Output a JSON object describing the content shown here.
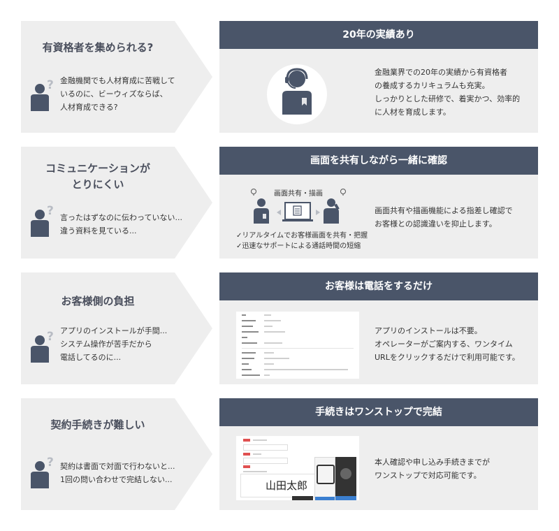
{
  "rows": [
    {
      "question": [
        "有資格者を集められる?"
      ],
      "pain": [
        "金融機関でも人材育成に苦戦して",
        "いるのに、ビーウィズならば、",
        "人材育成できる?"
      ],
      "heading": "20年の実績あり",
      "description": [
        "金融業界での20年の実績から有資格者",
        "の養成するカリキュラムも充実。",
        "しっかりとした研修で、着実かつ、効率的",
        "に人材を育成します。"
      ]
    },
    {
      "question": [
        "コミュニケーションが",
        "とりにくい"
      ],
      "pain": [
        "言ったはずなのに伝わっていない...",
        "違う資料を見ている..."
      ],
      "heading": "画面を共有しながら一緒に確認",
      "diagram_label": "画面共有・描画",
      "bullets": [
        "✓リアルタイムでお客様画面を共有・把握",
        "✓迅速なサポートによる通話時間の短縮"
      ],
      "description": [
        "画面共有や描画機能による指差し確認で",
        "お客様との認識違いを抑止します。"
      ]
    },
    {
      "question": [
        "お客様側の負担"
      ],
      "pain": [
        "アプリのインストールが手間...",
        "システム操作が苦手だから",
        "電話してるのに..."
      ],
      "heading": "お客様は電話をするだけ",
      "description": [
        "アプリのインストールは不要。",
        "オペレーターがご案内する、ワンタイム",
        "URLをクリックするだけで利用可能です。"
      ]
    },
    {
      "question": [
        "契約手続きが難しい"
      ],
      "pain": [
        "契約は書面で対面で行わないと...",
        "1回の問い合わせで完結しない..."
      ],
      "heading": "手続きはワンストップで完結",
      "signature_text": "山田太郎",
      "description": [
        "本人確認や申し込み手続きまでが",
        "ワンストップで対応可能です。"
      ]
    }
  ],
  "colors": {
    "panel": "#eeeeee",
    "header": "#4a5569",
    "icon": "#4a5569",
    "qmark": "#b8bcc4"
  }
}
